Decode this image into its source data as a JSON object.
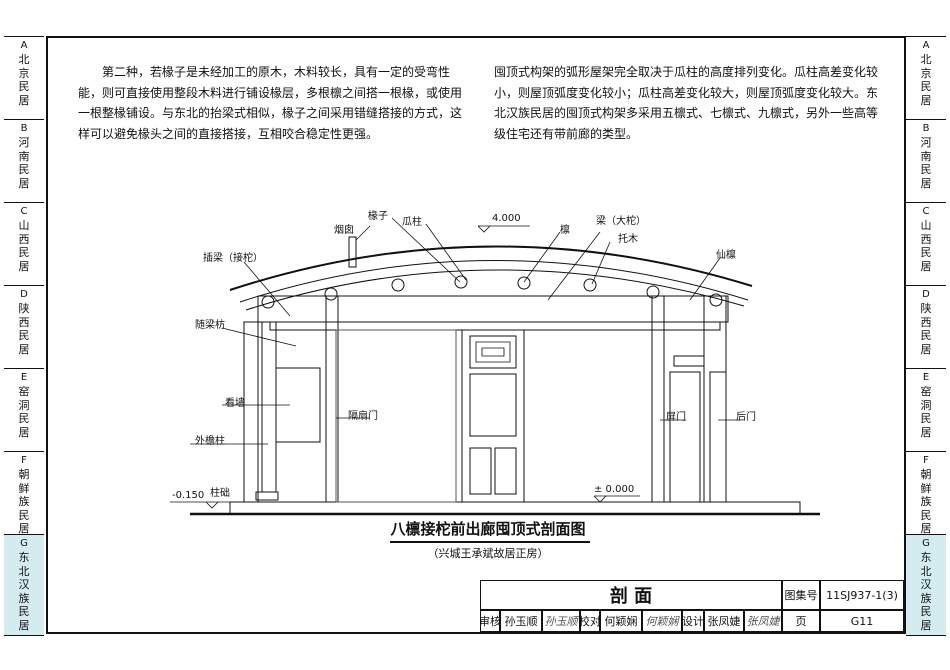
{
  "left_tabs": [
    {
      "letter": "A",
      "name": "北京民居",
      "active": false
    },
    {
      "letter": "B",
      "name": "河南民居",
      "active": false
    },
    {
      "letter": "C",
      "name": "山西民居",
      "active": false
    },
    {
      "letter": "D",
      "name": "陕西民居",
      "active": false
    },
    {
      "letter": "E",
      "name": "窑洞民居",
      "active": false
    },
    {
      "letter": "F",
      "name": "朝鲜族民居",
      "active": false
    },
    {
      "letter": "G",
      "name": "东北汉族民居",
      "active": true
    }
  ],
  "right_tabs": [
    {
      "letter": "A",
      "name": "北京民居",
      "active": false
    },
    {
      "letter": "B",
      "name": "河南民居",
      "active": false
    },
    {
      "letter": "C",
      "name": "山西民居",
      "active": false
    },
    {
      "letter": "D",
      "name": "陕西民居",
      "active": false
    },
    {
      "letter": "E",
      "name": "窑洞民居",
      "active": false
    },
    {
      "letter": "F",
      "name": "朝鲜族民居",
      "active": false
    },
    {
      "letter": "G",
      "name": "东北汉族民居",
      "active": true
    }
  ],
  "body": {
    "left_paragraph": "第二种，若椽子是未经加工的原木，木料较长，具有一定的受弯性能，则可直接使用整段木料进行铺设椽层，多根檩之间搭一根椽，或使用一根整椽铺设。与东北的抬梁式相似，椽子之间采用错缝搭接的方式，这样可以避免椽头之间的直接搭接，互相咬合稳定性更强。",
    "right_paragraph": "囤顶式构架的弧形屋架完全取决于瓜柱的高度排列变化。瓜柱高差变化较小，则屋顶弧度变化较小；瓜柱高差变化较大，则屋顶弧度变化较大。东北汉族民居的囤顶式构架多采用五檩式、七檩式、九檩式，另外一些高等级住宅还有带前廊的类型。"
  },
  "drawing": {
    "labels": {
      "chimney": "烟囱",
      "rafter": "椽子",
      "melon_post": "瓜柱",
      "elev_top": "4.000",
      "purlin": "檩",
      "beam": "梁（大柁）",
      "bracket": "托木",
      "fairy_purlin": "仙檩",
      "plug_beam": "插梁（接柁）",
      "tie_beam": "随梁枋",
      "wall": "看墙",
      "eave_column": "外檐柱",
      "partition_door": "隔扇门",
      "column_base": "柱础",
      "elev_low": "-0.150",
      "screen_door": "屏门",
      "back_door": "后门",
      "elev_zero": "± 0.000"
    },
    "title": "八檩接柁前出廊囤顶式剖面图",
    "subtitle": "（兴城王承斌故居正房）"
  },
  "title_block": {
    "sheet_name": "剖    面",
    "atlas_label": "图集号",
    "atlas_no": "11SJ937-1(3)",
    "review_label": "审核",
    "reviewer": "孙玉顺",
    "reviewer_sig": "孙玉顺",
    "check_label": "校对",
    "checker": "何颖娴",
    "checker_sig": "何颖娴",
    "design_label": "设计",
    "designer": "张凤婕",
    "designer_sig": "张凤婕",
    "page_label": "页",
    "page_no": "G11"
  }
}
